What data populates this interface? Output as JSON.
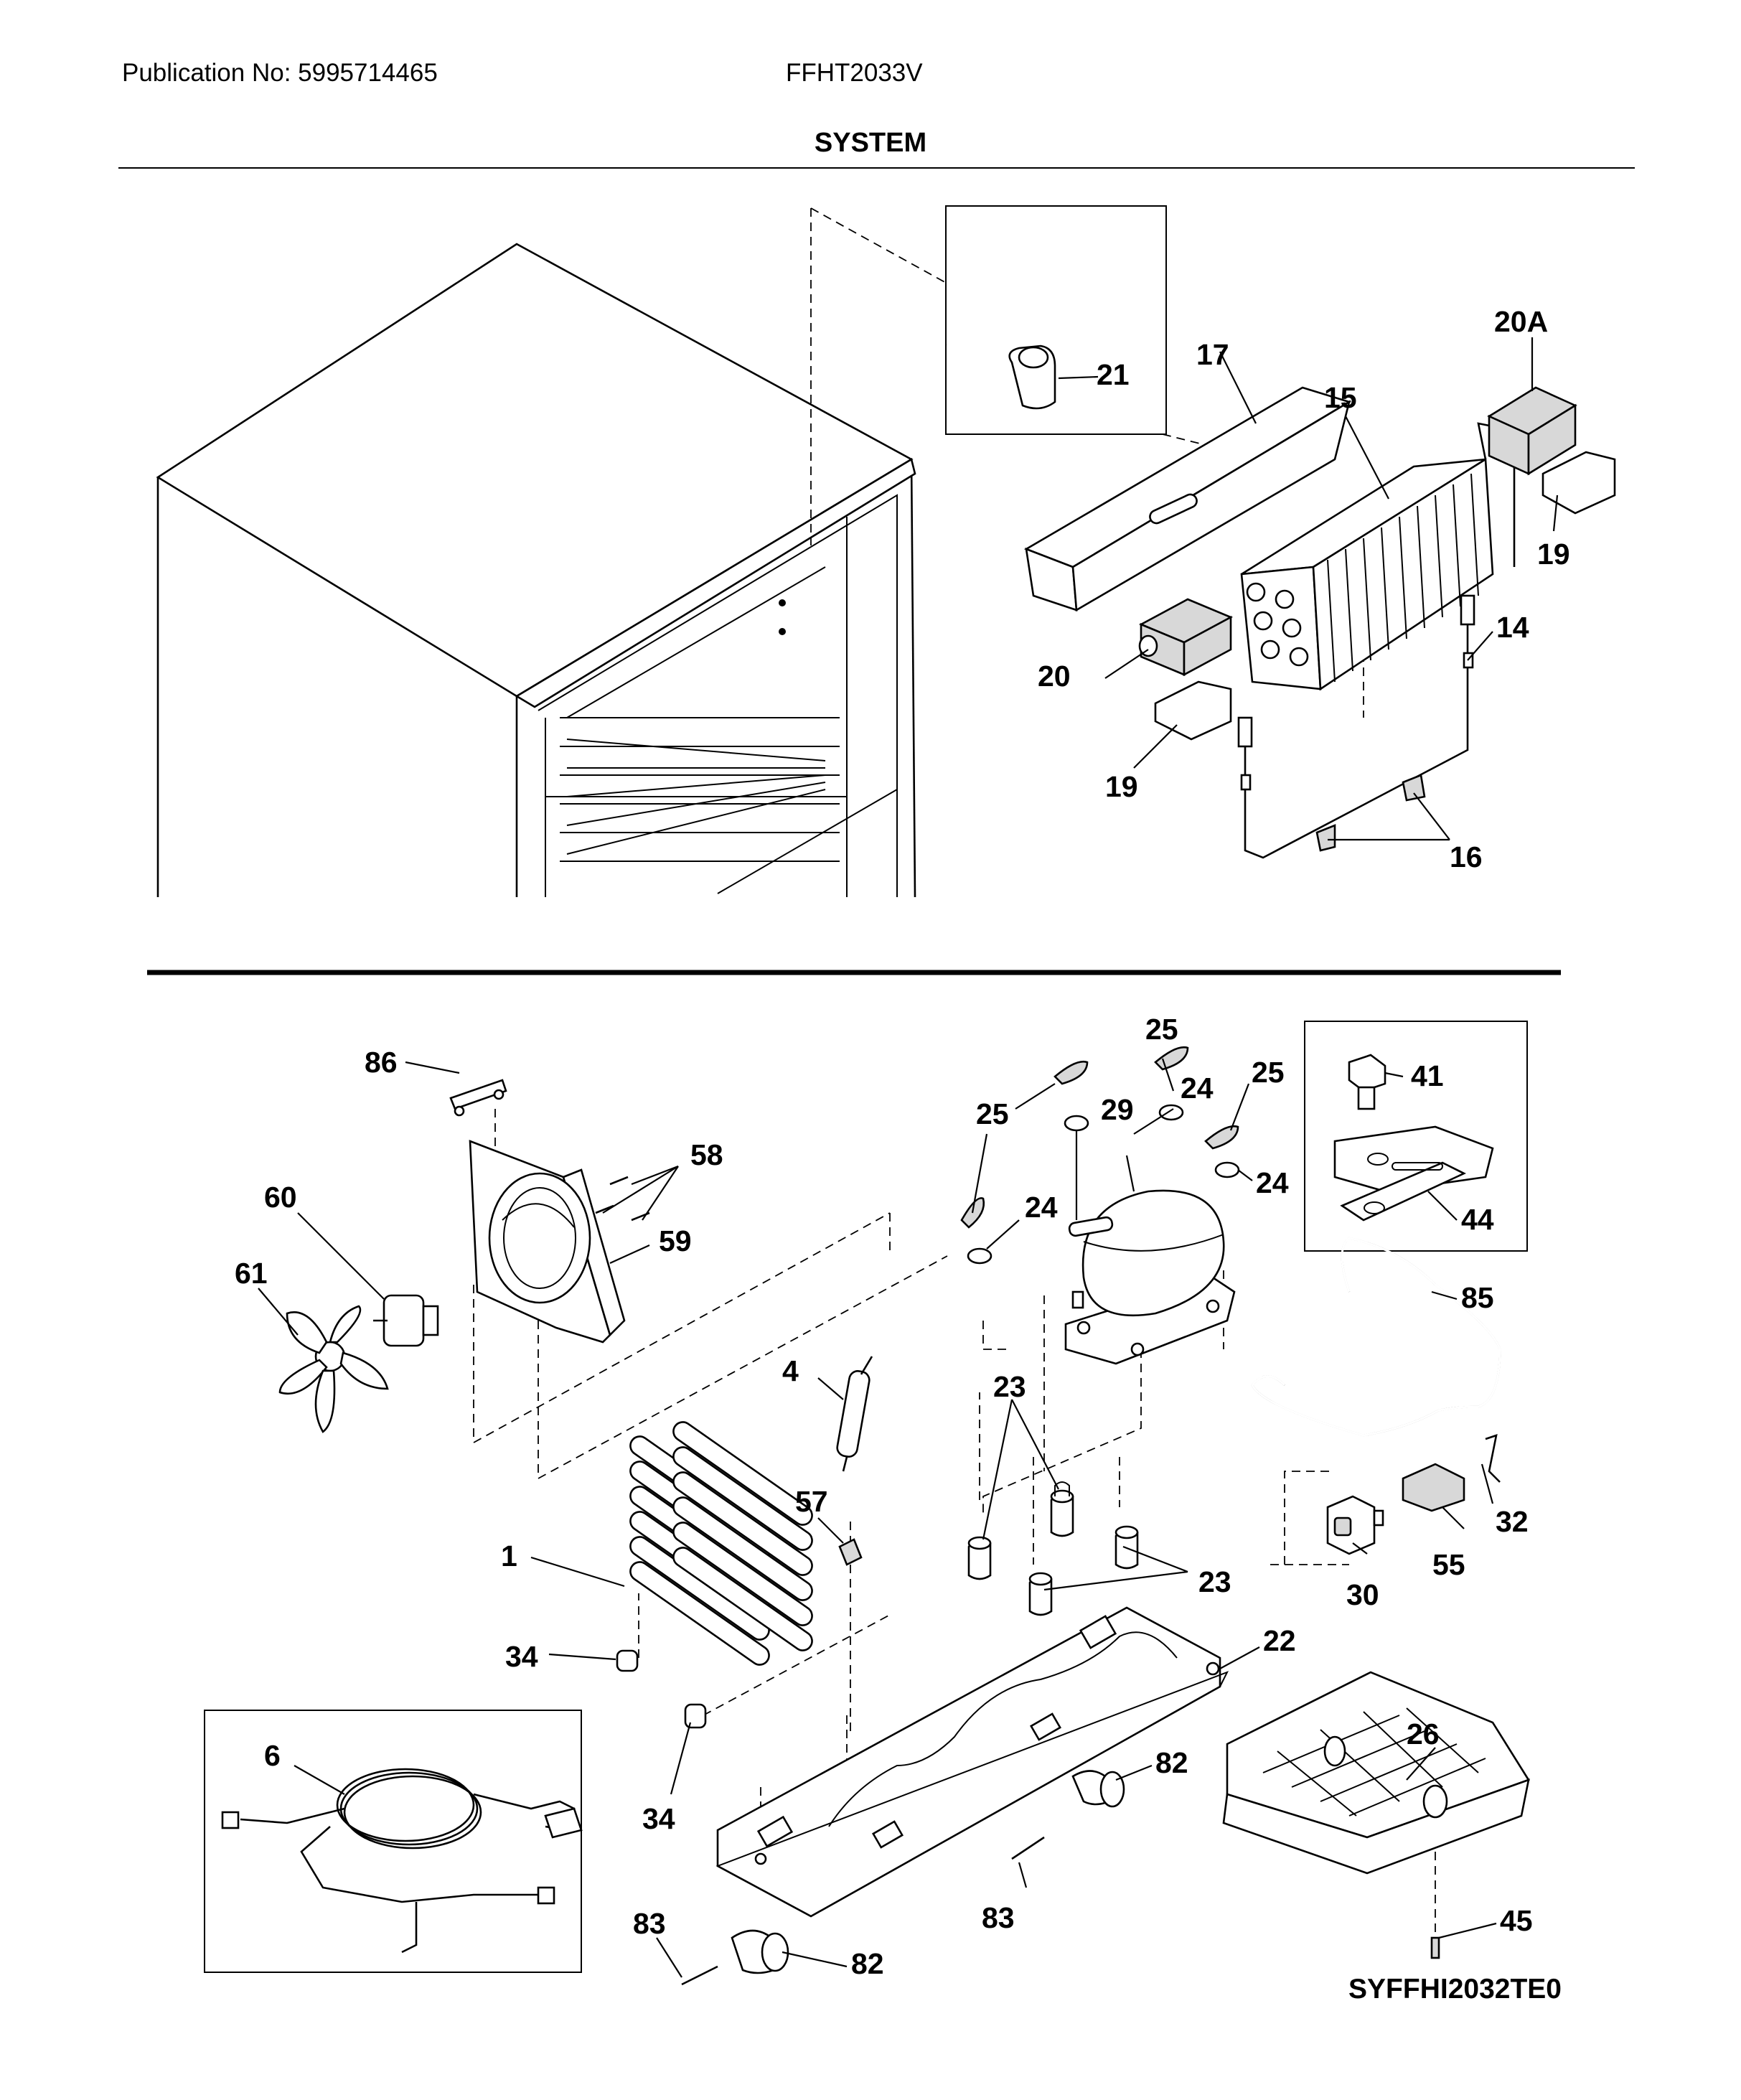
{
  "header": {
    "publication": "Publication No: 5995714465",
    "model": "FFHT2033V",
    "section_title": "SYSTEM"
  },
  "footer": {
    "diagram_code": "SYFFHI2032TE0"
  },
  "callouts": {
    "c21": "21",
    "c17": "17",
    "c15": "15",
    "c20A": "20A",
    "c19a": "19",
    "c20": "20",
    "c19b": "19",
    "c14": "14",
    "c16": "16",
    "c86": "86",
    "c58": "58",
    "c60": "60",
    "c59": "59",
    "c61": "61",
    "c25a": "25",
    "c25b": "25",
    "c25c": "25",
    "c24a": "24",
    "c24b": "24",
    "c24c": "24",
    "c29": "29",
    "c41": "41",
    "c44": "44",
    "c85": "85",
    "c4": "4",
    "c23a": "23",
    "c23b": "23",
    "c57": "57",
    "c1": "1",
    "c32": "32",
    "c55": "55",
    "c30": "30",
    "c34a": "34",
    "c34b": "34",
    "c22": "22",
    "c6": "6",
    "c26": "26",
    "c82a": "82",
    "c82b": "82",
    "c83a": "83",
    "c83b": "83",
    "c45": "45"
  }
}
